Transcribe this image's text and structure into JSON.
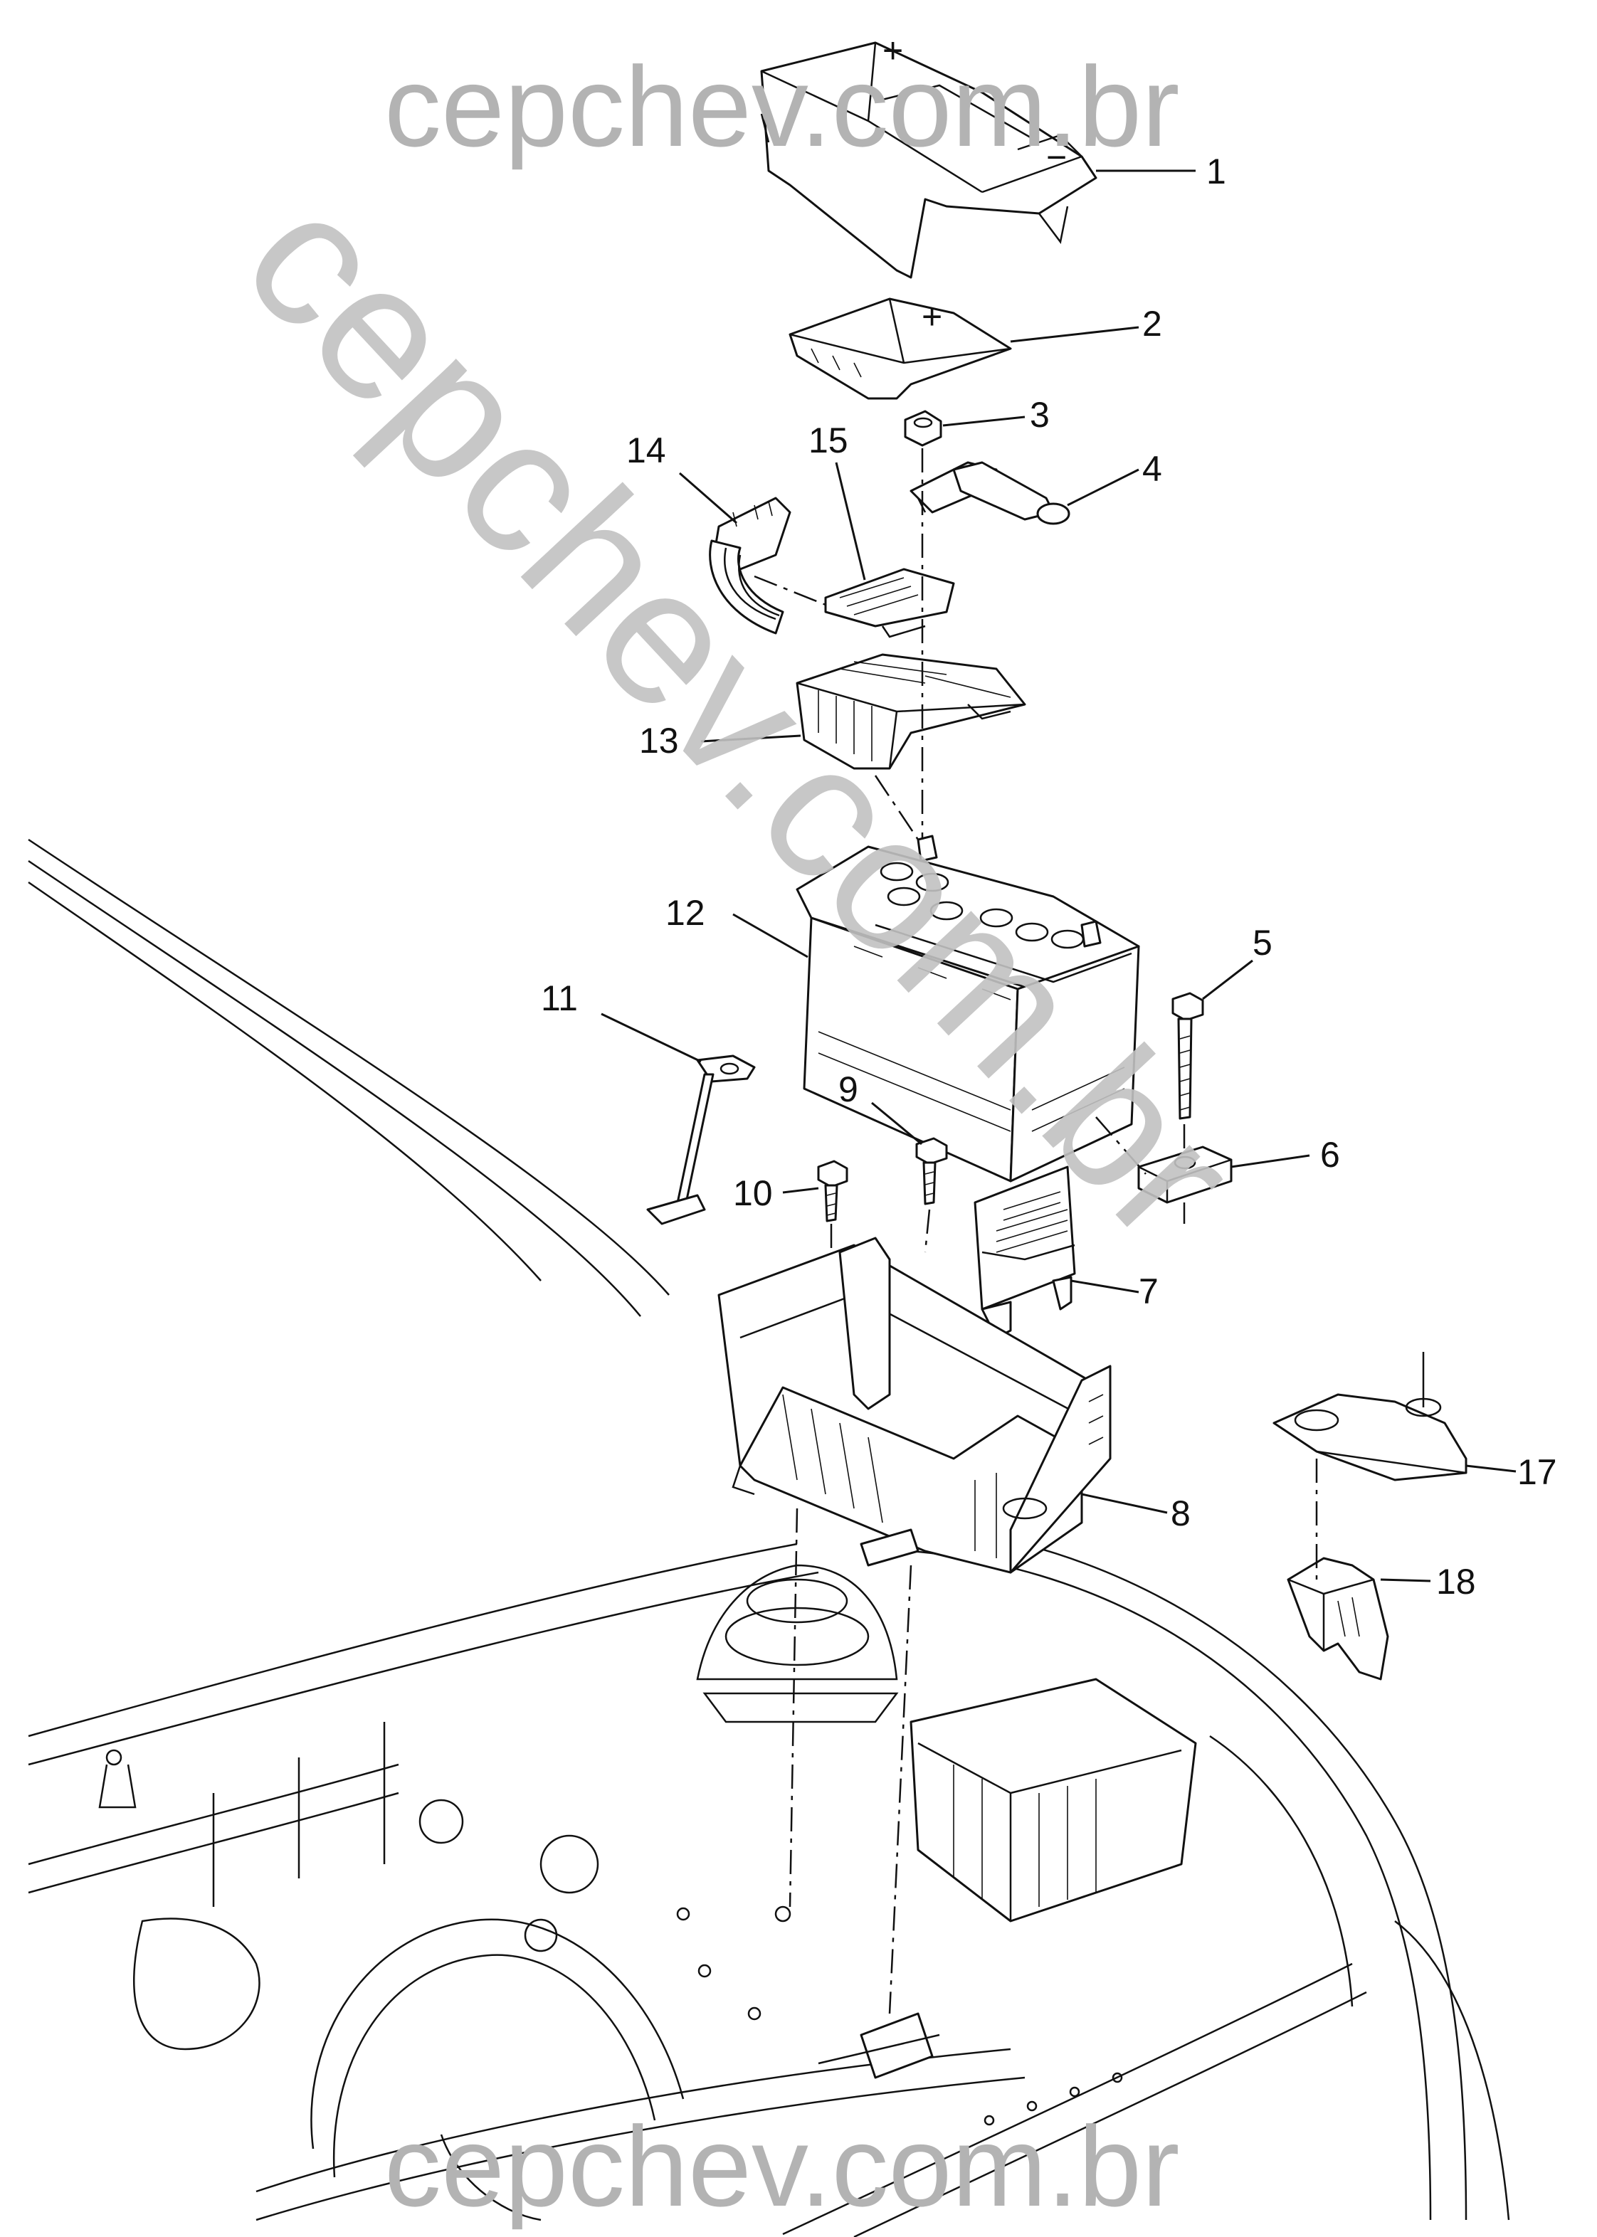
{
  "diagram": {
    "callouts": [
      {
        "id": "1",
        "label": "1"
      },
      {
        "id": "2",
        "label": "2"
      },
      {
        "id": "3",
        "label": "3"
      },
      {
        "id": "4",
        "label": "4"
      },
      {
        "id": "5",
        "label": "5"
      },
      {
        "id": "6",
        "label": "6"
      },
      {
        "id": "7",
        "label": "7"
      },
      {
        "id": "8",
        "label": "8"
      },
      {
        "id": "9",
        "label": "9"
      },
      {
        "id": "10",
        "label": "10"
      },
      {
        "id": "11",
        "label": "11"
      },
      {
        "id": "12",
        "label": "12"
      },
      {
        "id": "13",
        "label": "13"
      },
      {
        "id": "14",
        "label": "14"
      },
      {
        "id": "15",
        "label": "15"
      },
      {
        "id": "17",
        "label": "17"
      },
      {
        "id": "18",
        "label": "18"
      }
    ],
    "symbols": {
      "positive_mark_cover": "+",
      "positive_mark_cap": "+",
      "negative_mark_cover": "−"
    }
  },
  "watermark": {
    "top": "cepchev.com.br",
    "bottom": "cepchev.com.br",
    "diagonal": "cepchev.com.br"
  },
  "colors": {
    "line": "#111111",
    "watermark": "#b3b3b3",
    "background": "#ffffff"
  }
}
